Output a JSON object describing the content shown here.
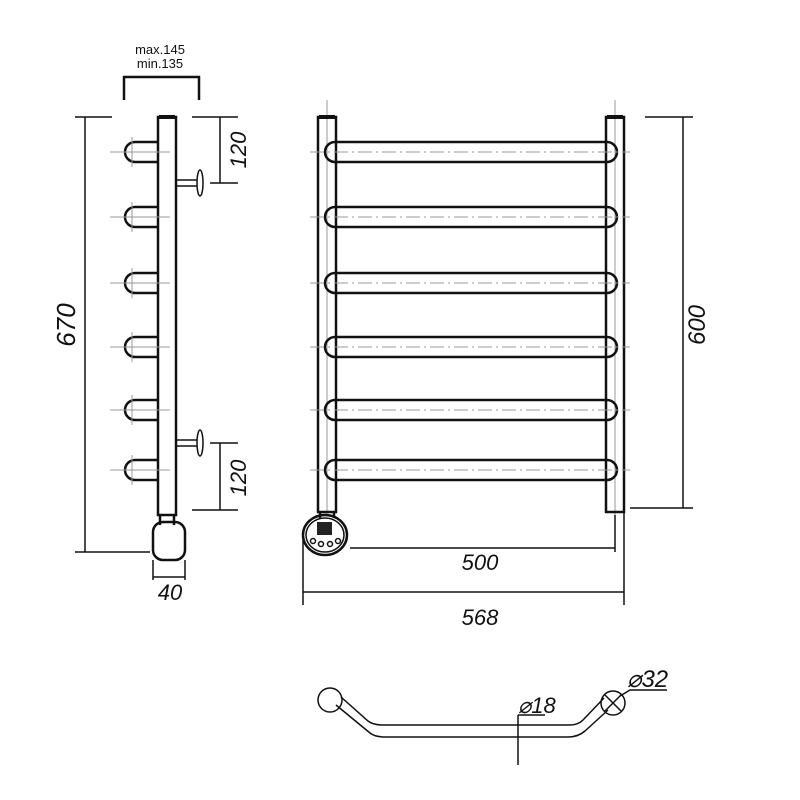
{
  "dimensions": {
    "mount_max": "max.145",
    "mount_min": "min.135",
    "top_offset": "120",
    "bottom_offset": "120",
    "total_height": "670",
    "depth": "40",
    "post_height": "600",
    "rung_width": "500",
    "total_width": "568",
    "rung_diameter": "⌀18",
    "post_diameter": "⌀32"
  },
  "rung_count": 6
}
